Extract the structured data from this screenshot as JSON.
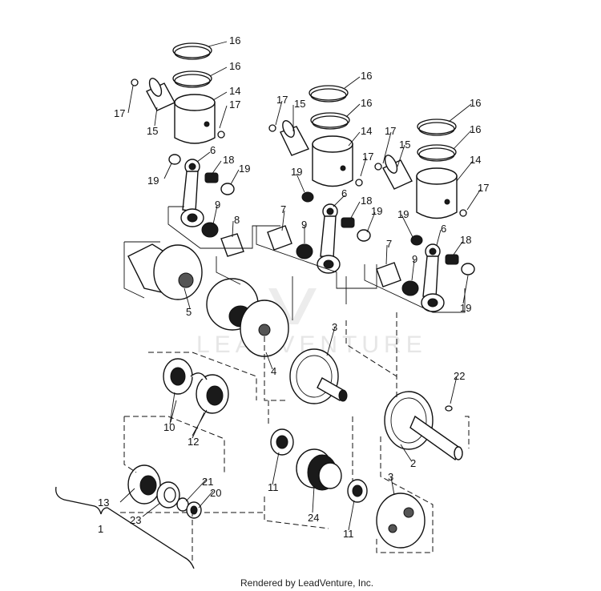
{
  "watermark": "LEADVENTURE",
  "footer": "Rendered by LeadVenture, Inc.",
  "callouts": {
    "c16a": "16",
    "c16b": "16",
    "c14a": "14",
    "c17a": "17",
    "c15a": "15",
    "c17b": "17",
    "c6a": "6",
    "c18a": "18",
    "c19a": "19",
    "c19b": "19",
    "c9a": "9",
    "c8": "8",
    "c5": "5",
    "c4": "4",
    "c16c": "16",
    "c16d": "16",
    "c17c": "17",
    "c15b": "15",
    "c14b": "14",
    "c17d": "17",
    "c19c": "19",
    "c6b": "6",
    "c18b": "18",
    "c19d": "19",
    "c7a": "7",
    "c9b": "9",
    "c3a": "3",
    "c16e": "16",
    "c16f": "16",
    "c17e": "17",
    "c15c": "15",
    "c14c": "14",
    "c17f": "17",
    "c19e": "19",
    "c6c": "6",
    "c18c": "18",
    "c7b": "7",
    "c9c": "9",
    "c19f": "19",
    "c22": "22",
    "c2": "2",
    "c10": "10",
    "c12": "12",
    "c11a": "11",
    "c24": "24",
    "c3b": "3",
    "c11b": "11",
    "c13": "13",
    "c21": "21",
    "c20": "20",
    "c23": "23",
    "c1": "1"
  }
}
